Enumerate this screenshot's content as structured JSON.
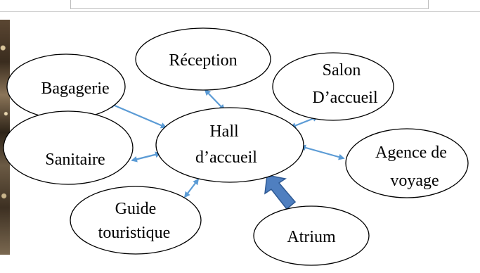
{
  "diagram": {
    "nodes": [
      {
        "id": "hall",
        "lines": [
          "Hall",
          "d’accueil"
        ]
      },
      {
        "id": "reception",
        "lines": [
          "Réception"
        ]
      },
      {
        "id": "bagagerie",
        "lines": [
          "Bagagerie"
        ]
      },
      {
        "id": "salon",
        "lines": [
          "Salon",
          "D’accueil"
        ]
      },
      {
        "id": "sanitaire",
        "lines": [
          "Sanitaire"
        ]
      },
      {
        "id": "agence",
        "lines": [
          "Agence de",
          "voyage"
        ]
      },
      {
        "id": "guide",
        "lines": [
          "Guide",
          "touristique"
        ]
      },
      {
        "id": "atrium",
        "lines": [
          "Atrium"
        ]
      }
    ],
    "edges": [
      {
        "from": "hall",
        "to": "reception",
        "style": "double-arrow"
      },
      {
        "from": "hall",
        "to": "bagagerie",
        "style": "double-arrow"
      },
      {
        "from": "hall",
        "to": "salon",
        "style": "double-arrow"
      },
      {
        "from": "hall",
        "to": "sanitaire",
        "style": "double-arrow"
      },
      {
        "from": "hall",
        "to": "agence",
        "style": "double-arrow"
      },
      {
        "from": "hall",
        "to": "guide",
        "style": "double-arrow"
      },
      {
        "from": "atrium",
        "to": "hall",
        "style": "block-arrow"
      }
    ],
    "colors": {
      "connector": "#5b9bd5",
      "block_arrow": "#4f7fc0",
      "node_border": "#000000"
    }
  }
}
